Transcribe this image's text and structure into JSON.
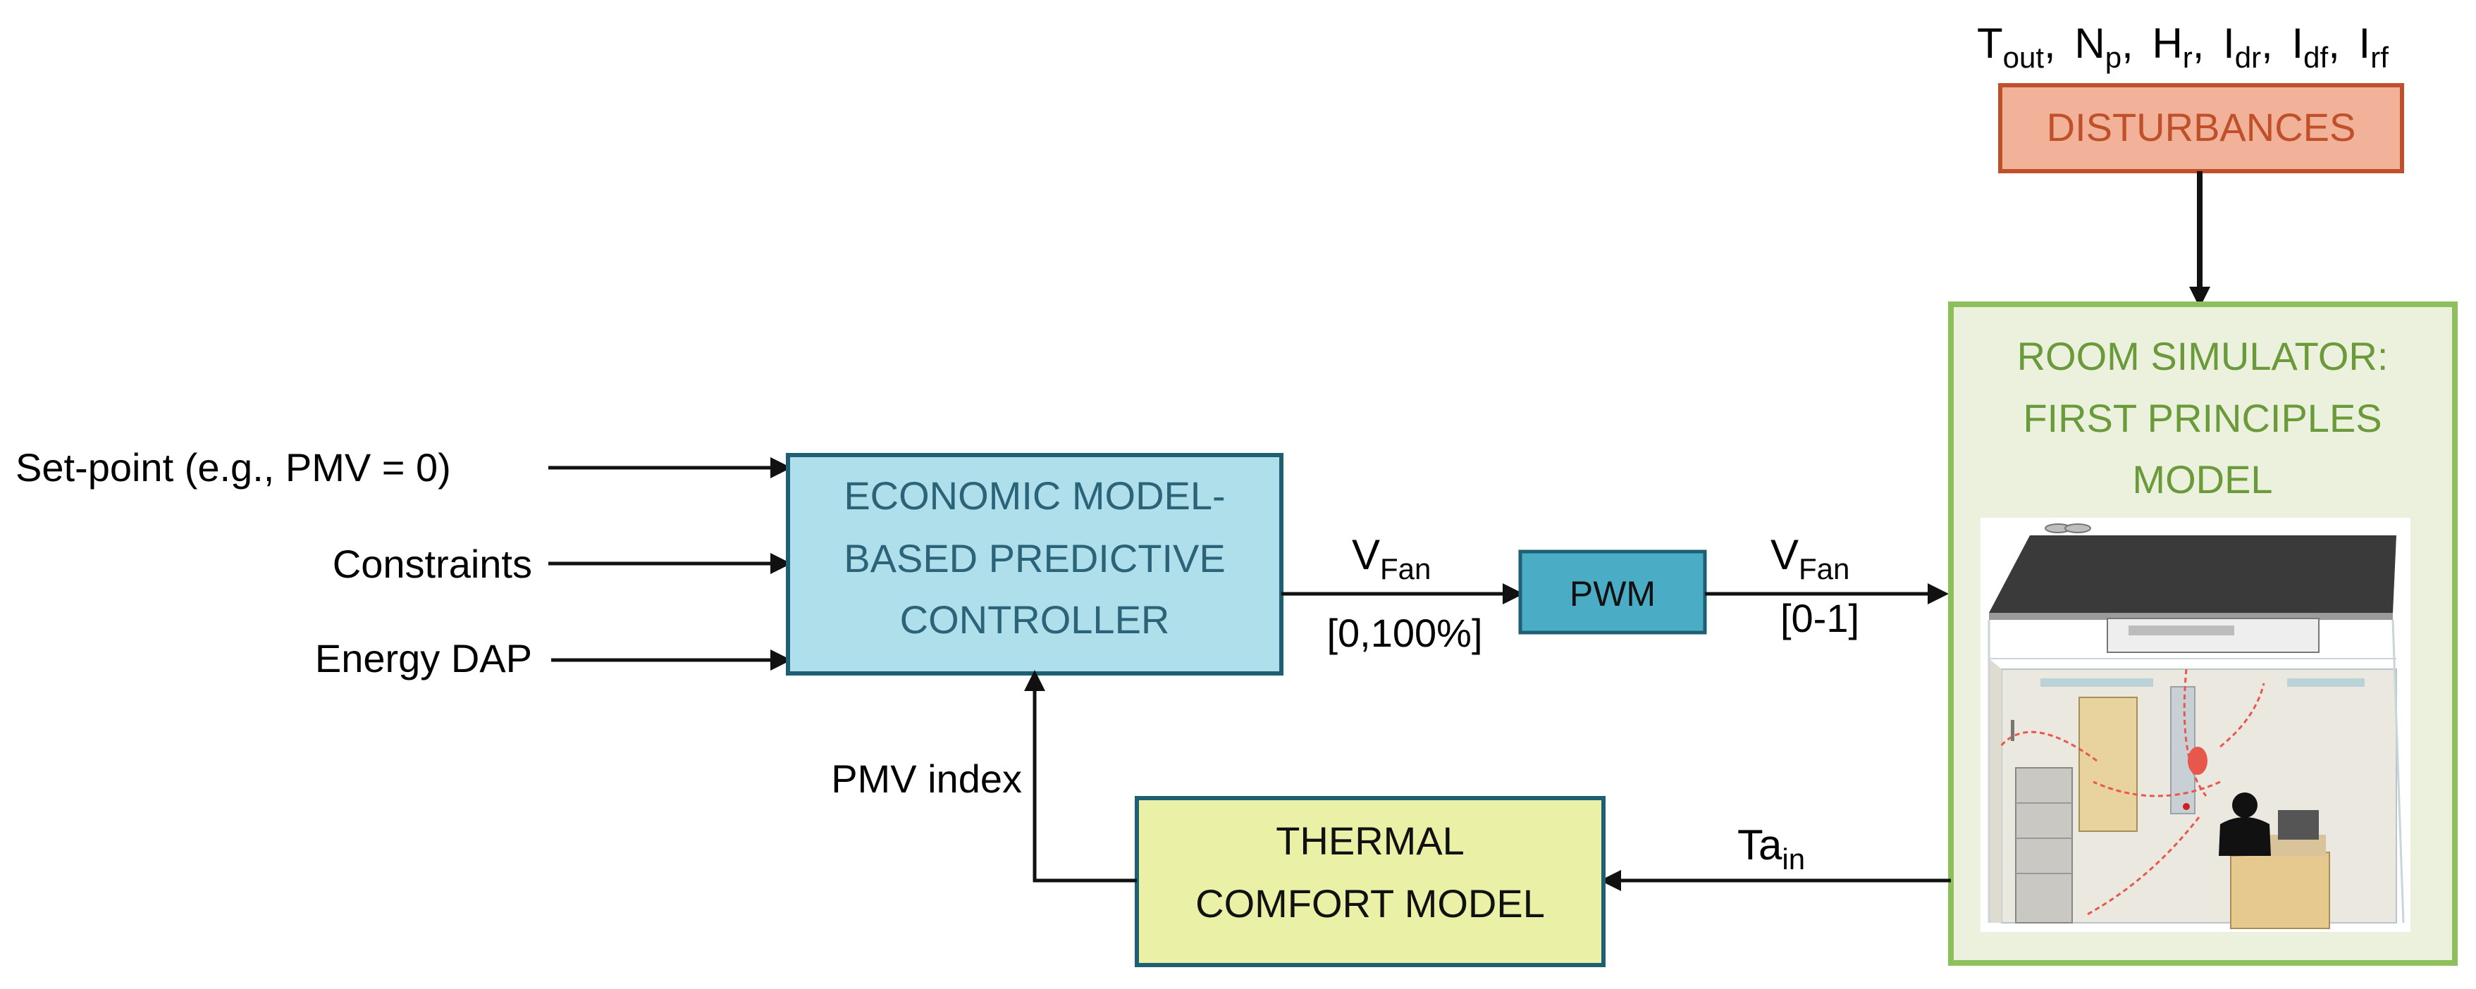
{
  "disturbance_vars": {
    "T": "T",
    "T_sub": "out",
    "N": "N",
    "N_sub": "p",
    "H": "H",
    "H_sub": "r",
    "Idr": "I",
    "Idr_sub": "dr",
    "Idf": "I",
    "Idf_sub": "df",
    "Irf": "I",
    "Irf_sub": "rf",
    "sep": ","
  },
  "disturbances_label": "DISTURBANCES",
  "inputs": {
    "setpoint": "Set-point (e.g., PMV = 0)",
    "constraints": "Constraints",
    "energy": "Energy DAP"
  },
  "controller": {
    "line1": "ECONOMIC MODEL-",
    "line2": "BASED PREDICTIVE",
    "line3": "CONTROLLER"
  },
  "signal_vfan_1": {
    "main": "V",
    "sub": "Fan",
    "range": "[0,100%]"
  },
  "pwm_label": "PWM",
  "signal_vfan_2": {
    "main": "V",
    "sub": "Fan",
    "range": "[0-1]"
  },
  "room_simulator": {
    "line1": "ROOM SIMULATOR:",
    "line2": "FIRST PRINCIPLES",
    "line3": "MODEL"
  },
  "thermal": {
    "line1": "THERMAL",
    "line2": "COMFORT MODEL"
  },
  "feedback_pmv": "PMV index",
  "feedback_ta": {
    "main": "Ta",
    "sub": "in"
  },
  "colors": {
    "controller_fill": "#b0dfec",
    "controller_stroke": "#1f5f73",
    "controller_text": "#2b6478",
    "pwm_fill": "#4bacc6",
    "pwm_stroke": "#1f5f73",
    "disturb_fill": "#f2b199",
    "disturb_stroke": "#c0502a",
    "disturb_text": "#c0502a",
    "room_stroke": "#8dc05b",
    "room_fill": "#ebf1dd",
    "room_text": "#6b9a3a",
    "thermal_fill": "#eaf1a7",
    "thermal_stroke": "#1f5f73"
  }
}
